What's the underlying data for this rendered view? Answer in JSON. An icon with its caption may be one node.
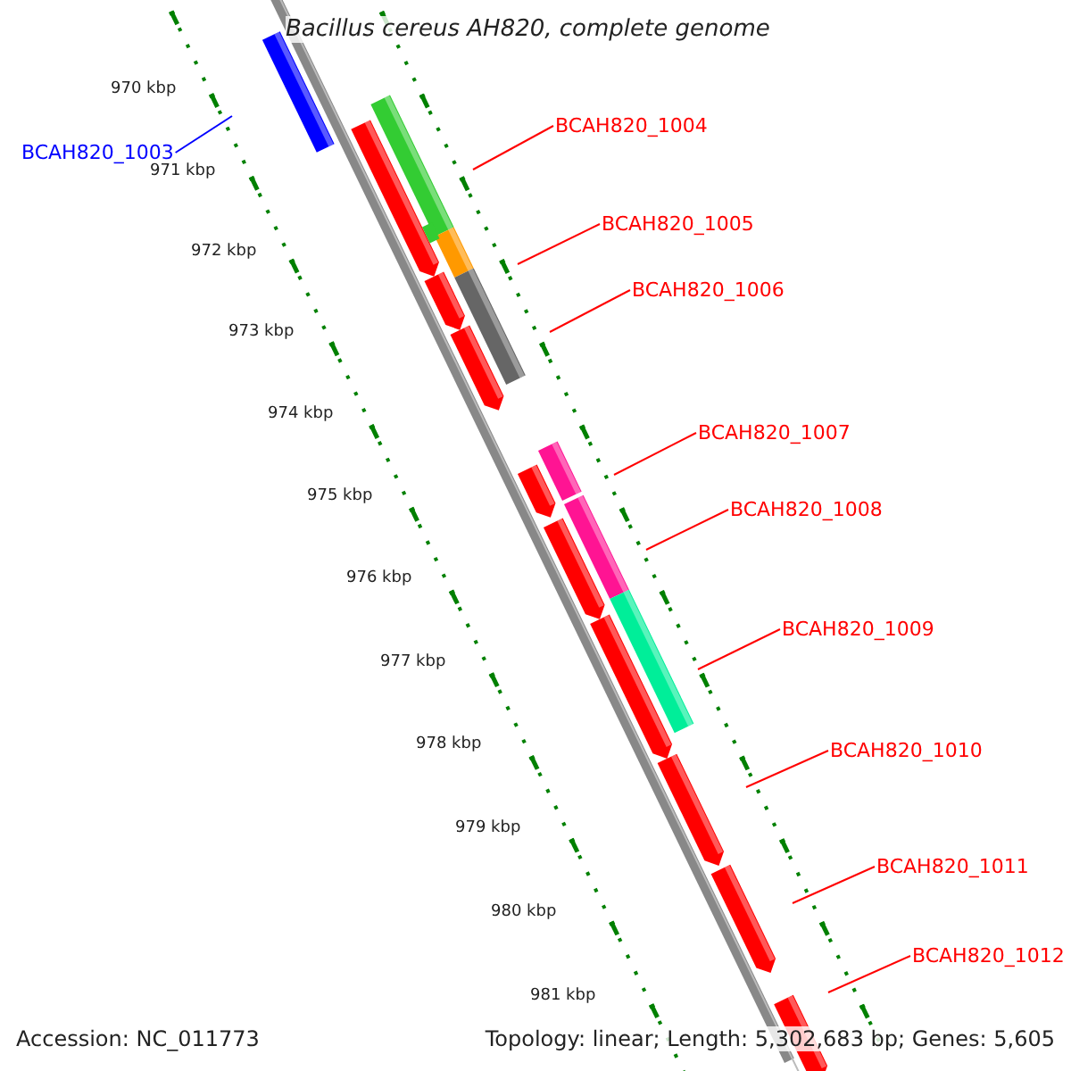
{
  "diagram": {
    "title": "Bacillus cereus AH820, complete genome",
    "nodes": [
      {
        "text": [
          "BCAH820_1003"
        ]
      },
      {
        "text": [
          "BCAH820_1004"
        ]
      },
      {
        "text": [
          "BCAH820_1005"
        ]
      },
      {
        "text": [
          "BCAH820_1006"
        ]
      },
      {
        "text": [
          "BCAH820_1007"
        ]
      },
      {
        "text": [
          "BCAH820_1008"
        ]
      },
      {
        "text": [
          "BCAH820_1009"
        ]
      },
      {
        "text": [
          "BCAH820_1010"
        ]
      },
      {
        "text": [
          "BCAH820_1011"
        ]
      },
      {
        "text": [
          "BCAH820_1012"
        ]
      }
    ],
    "edges": [
      {
        "from": 0,
        "to": null,
        "arrow": "none",
        "color": "#0000ff"
      },
      {
        "from": 1,
        "to": null,
        "arrow": "none"
      },
      {
        "from": 2,
        "to": null,
        "arrow": "none"
      },
      {
        "from": 3,
        "to": null,
        "arrow": "none"
      },
      {
        "from": 4,
        "to": null,
        "arrow": "none"
      },
      {
        "from": 5,
        "to": null,
        "arrow": "none"
      },
      {
        "from": 6,
        "to": null,
        "arrow": "none"
      },
      {
        "from": 7,
        "to": null,
        "arrow": "none"
      },
      {
        "from": 8,
        "to": null,
        "arrow": "none"
      },
      {
        "from": 9,
        "to": null,
        "arrow": "none"
      }
    ],
    "labels": [
      "970 kbp",
      "971 kbp",
      "972 kbp",
      "973 kbp",
      "974 kbp",
      "975 kbp",
      "976 kbp",
      "977 kbp",
      "978 kbp",
      "979 kbp",
      "980 kbp",
      "981 kbp",
      "Accession: NC_011773",
      "Topology: linear; Length: 5,302,683 bp; Genes: 5,605"
    ]
  }
}
